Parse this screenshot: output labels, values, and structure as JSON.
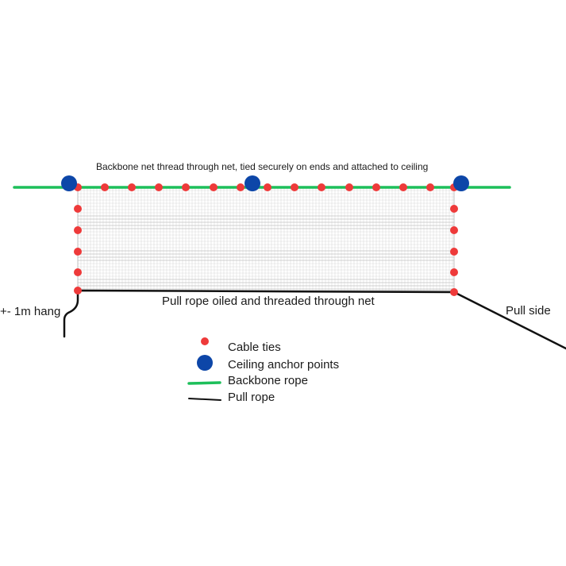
{
  "colors": {
    "backbone": "#1dbf5a",
    "cable_tie": "#ee3a3a",
    "anchor": "#0d46a8",
    "pull_rope": "#111111",
    "net_line": "#b5b5b5"
  },
  "labels": {
    "backbone_note": "Backbone net thread through net, tied securely on ends and attached to ceiling",
    "pull_rope_note": "Pull rope oiled and threaded through net",
    "hang_note": "+- 1m hang",
    "pull_side": "Pull side"
  },
  "legend": {
    "cable_ties": "Cable ties",
    "ceiling_anchor": "Ceiling anchor points",
    "backbone_rope": "Backbone rope",
    "pull_rope": "Pull rope"
  },
  "icons": {
    "cable_tie": "red-dot-icon",
    "anchor": "blue-circle-icon",
    "backbone": "green-line-icon",
    "pull_rope": "black-line-icon"
  }
}
